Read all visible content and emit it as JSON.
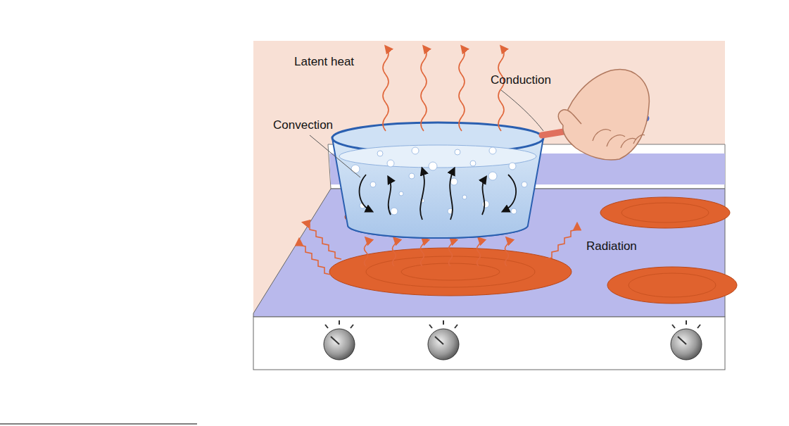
{
  "diagram": {
    "labels": [
      "Latent heat",
      "Conduction",
      "Convection",
      "Radiation"
    ]
  }
}
